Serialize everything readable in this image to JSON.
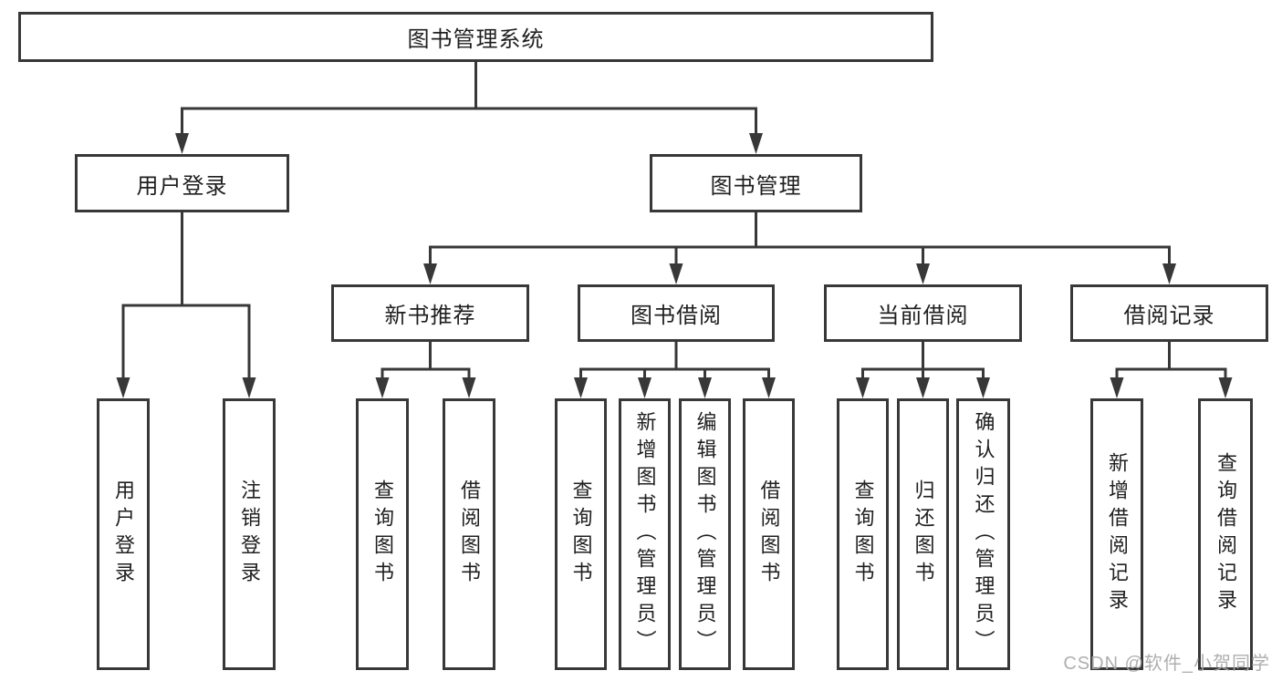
{
  "nodes": {
    "root": "图书管理系统",
    "user_login": "用户登录",
    "book_mgmt": "图书管理",
    "new_book_rec": "新书推荐",
    "book_borrow": "图书借阅",
    "current_borrow": "当前借阅",
    "borrow_records": "借阅记录",
    "leaf_user_login": "用户登录",
    "leaf_logout": "注销登录",
    "nbr_query_book": "查询图书",
    "nbr_borrow_book": "借阅图书",
    "bb_query_book": "查询图书",
    "bb_add_book": "新增图书（管理员）",
    "bb_edit_book": "编辑图书（管理员）",
    "bb_borrow_book": "借阅图书",
    "cb_query_book": "查询图书",
    "cb_return_book": "归还图书",
    "cb_confirm_return": "确认归还（管理员）",
    "br_add_record": "新增借阅记录",
    "br_query_record": "查询借阅记录"
  },
  "colors": {
    "line": "#383838",
    "text": "#1f1f1f",
    "watermark": "#a8a8a8"
  },
  "watermark": "CSDN @软件_小贺同学"
}
